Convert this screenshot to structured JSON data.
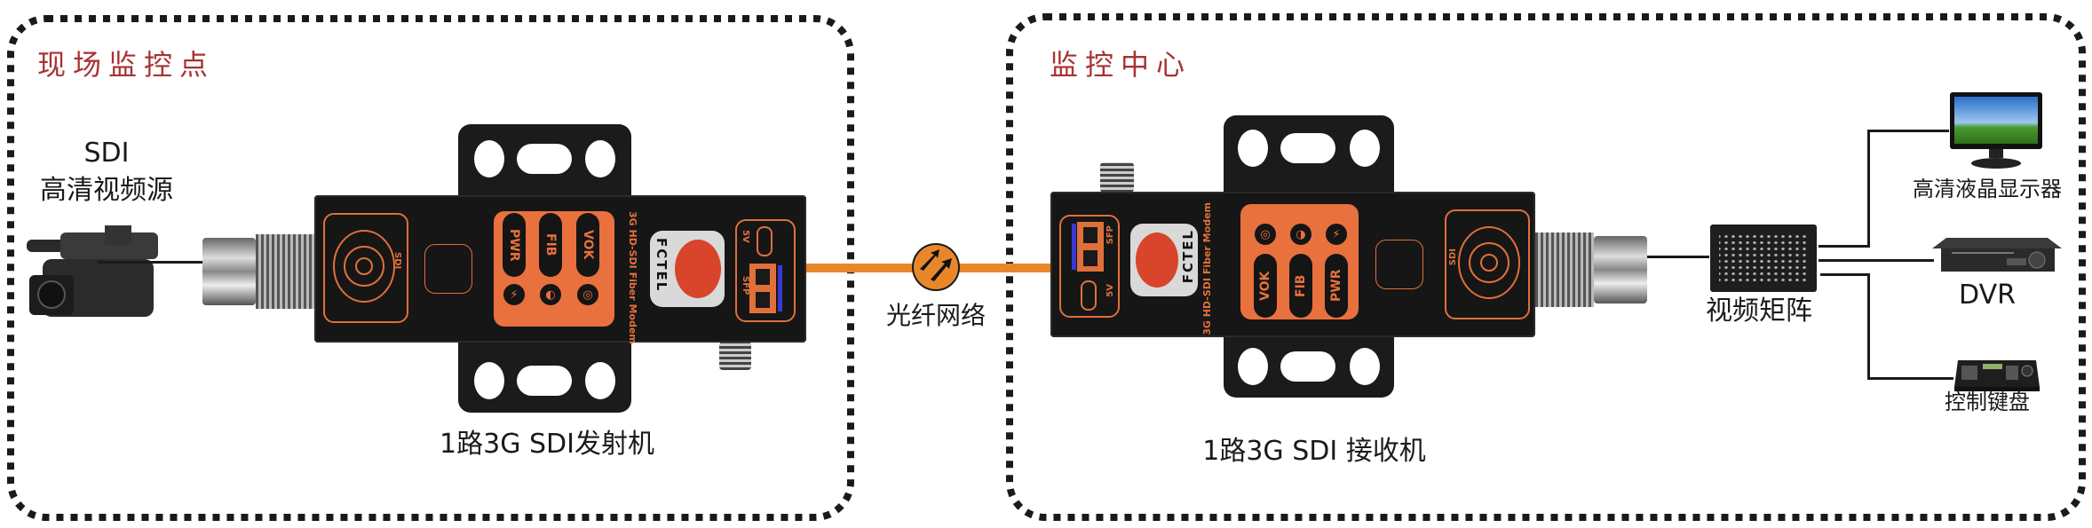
{
  "zones": {
    "site": {
      "title": "现场监控点"
    },
    "center": {
      "title": "监控中心"
    }
  },
  "source": {
    "line1": "SDI",
    "line2": "高清视频源"
  },
  "transmitter": {
    "label": "1路3G SDI发射机"
  },
  "receiver": {
    "label": "1路3G SDI 接收机"
  },
  "device": {
    "leds": [
      "PWR",
      "FIB",
      "VOK"
    ],
    "model": "3G HD-SDI Fiber Modem",
    "brand": "FCTEL",
    "sdi_port": "SDI",
    "power_port": "5V",
    "fiber_port": "SFP"
  },
  "fiber": {
    "label": "光纤网络"
  },
  "matrix": {
    "label": "视频矩阵"
  },
  "outputs": {
    "monitor": "高清液晶显示器",
    "dvr": "DVR",
    "keyboard": "控制键盘"
  },
  "colors": {
    "fiber": "#e8872a",
    "zone_title": "#a83232",
    "panel": "#e8713e"
  }
}
